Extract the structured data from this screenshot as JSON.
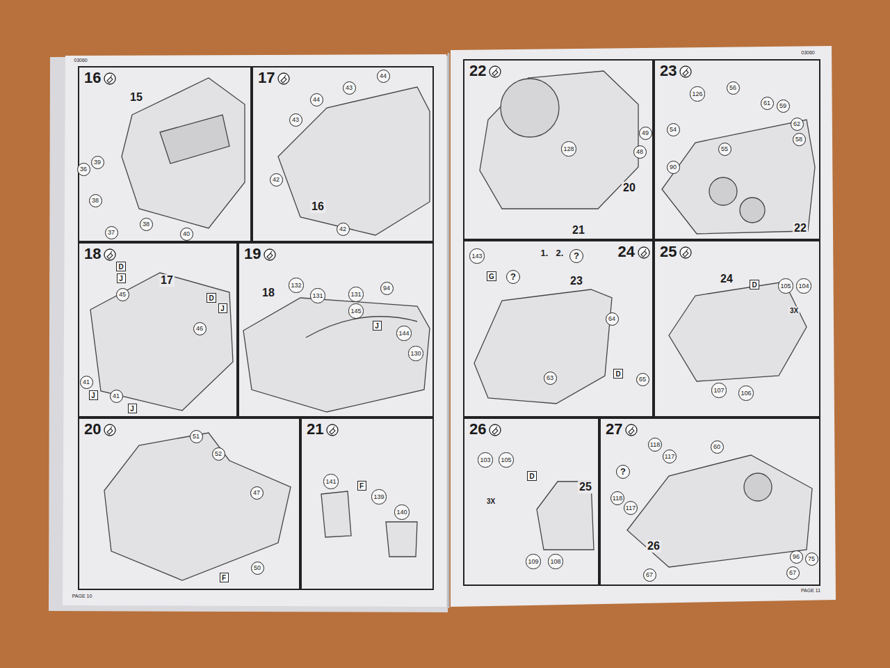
{
  "diagram": {
    "nodes": [
      {
        "text": [
          "16"
        ]
      },
      {
        "text": [
          "36"
        ],
        "in": 0
      },
      {
        "text": [
          "39"
        ],
        "in": 0
      },
      {
        "text": [
          "38"
        ],
        "in": 0
      },
      {
        "text": [
          "37"
        ],
        "in": 0
      },
      {
        "text": [
          "38"
        ],
        "in": 0
      },
      {
        "text": [
          "40"
        ],
        "in": 0
      },
      {
        "text": [
          "17"
        ]
      },
      {
        "text": [
          "43"
        ],
        "in": 7
      },
      {
        "text": [
          "44"
        ],
        "in": 7
      },
      {
        "text": [
          "43"
        ],
        "in": 7
      },
      {
        "text": [
          "44"
        ],
        "in": 7
      },
      {
        "text": [
          "42"
        ],
        "in": 7
      },
      {
        "text": [
          "42"
        ],
        "in": 7
      },
      {
        "text": [
          "18"
        ]
      },
      {
        "text": [
          "45"
        ],
        "in": 14
      },
      {
        "text": [
          "41"
        ],
        "in": 14
      },
      {
        "text": [
          "41"
        ],
        "in": 14
      },
      {
        "text": [
          "46"
        ],
        "in": 14
      },
      {
        "text": [
          "D"
        ],
        "in": 14
      },
      {
        "text": [
          "J"
        ],
        "in": 14
      },
      {
        "text": [
          "D"
        ],
        "in": 14
      },
      {
        "text": [
          "J"
        ],
        "in": 14
      },
      {
        "text": [
          "J"
        ],
        "in": 14
      },
      {
        "text": [
          "J"
        ],
        "in": 14
      },
      {
        "text": [
          "19"
        ]
      },
      {
        "text": [
          "132"
        ],
        "in": 25
      },
      {
        "text": [
          "131"
        ],
        "in": 25
      },
      {
        "text": [
          "131"
        ],
        "in": 25
      },
      {
        "text": [
          "94"
        ],
        "in": 25
      },
      {
        "text": [
          "145"
        ],
        "in": 25
      },
      {
        "text": [
          "144"
        ],
        "in": 25
      },
      {
        "text": [
          "130"
        ],
        "in": 25
      },
      {
        "text": [
          "J"
        ],
        "in": 25
      },
      {
        "text": [
          "20"
        ]
      },
      {
        "text": [
          "51"
        ],
        "in": 34
      },
      {
        "text": [
          "52"
        ],
        "in": 34
      },
      {
        "text": [
          "47"
        ],
        "in": 34
      },
      {
        "text": [
          "50"
        ],
        "in": 34
      },
      {
        "text": [
          "F"
        ],
        "in": 34
      },
      {
        "text": [
          "21"
        ]
      },
      {
        "text": [
          "141"
        ],
        "in": 40
      },
      {
        "text": [
          "F"
        ],
        "in": 40
      },
      {
        "text": [
          "139"
        ],
        "in": 40
      },
      {
        "text": [
          "140"
        ],
        "in": 40
      },
      {
        "text": [
          "22"
        ]
      },
      {
        "text": [
          "128"
        ],
        "in": 45
      },
      {
        "text": [
          "49"
        ],
        "in": 45
      },
      {
        "text": [
          "48"
        ],
        "in": 45
      },
      {
        "text": [
          "23"
        ]
      },
      {
        "text": [
          "126"
        ],
        "in": 49
      },
      {
        "text": [
          "56"
        ],
        "in": 49
      },
      {
        "text": [
          "54"
        ],
        "in": 49
      },
      {
        "text": [
          "55"
        ],
        "in": 49
      },
      {
        "text": [
          "61"
        ],
        "in": 49
      },
      {
        "text": [
          "59"
        ],
        "in": 49
      },
      {
        "text": [
          "62"
        ],
        "in": 49
      },
      {
        "text": [
          "58"
        ],
        "in": 49
      },
      {
        "text": [
          "90"
        ],
        "in": 49
      },
      {
        "text": [
          "24"
        ]
      },
      {
        "text": [
          "143"
        ],
        "in": 59
      },
      {
        "text": [
          "G"
        ],
        "in": 59
      },
      {
        "text": [
          "?"
        ],
        "in": 59
      },
      {
        "text": [
          "?"
        ],
        "in": 59
      },
      {
        "text": [
          "64"
        ],
        "in": 59
      },
      {
        "text": [
          "D"
        ],
        "in": 59
      },
      {
        "text": [
          "65"
        ],
        "in": 59
      },
      {
        "text": [
          "63"
        ],
        "in": 59
      },
      {
        "text": [
          "25"
        ]
      },
      {
        "text": [
          "D"
        ],
        "in": 68
      },
      {
        "text": [
          "105"
        ],
        "in": 68
      },
      {
        "text": [
          "104"
        ],
        "in": 68
      },
      {
        "text": [
          "107"
        ],
        "in": 68
      },
      {
        "text": [
          "106"
        ],
        "in": 68
      },
      {
        "text": [
          "26"
        ]
      },
      {
        "text": [
          "103"
        ],
        "in": 74
      },
      {
        "text": [
          "105"
        ],
        "in": 74
      },
      {
        "text": [
          "D"
        ],
        "in": 74
      },
      {
        "text": [
          "109"
        ],
        "in": 74
      },
      {
        "text": [
          "108"
        ],
        "in": 74
      },
      {
        "text": [
          "27"
        ]
      },
      {
        "text": [
          "118"
        ],
        "in": 80
      },
      {
        "text": [
          "117"
        ],
        "in": 80
      },
      {
        "text": [
          "?"
        ],
        "in": 80
      },
      {
        "text": [
          "118"
        ],
        "in": 80
      },
      {
        "text": [
          "117"
        ],
        "in": 80
      },
      {
        "text": [
          "60"
        ],
        "in": 80
      },
      {
        "text": [
          "67"
        ],
        "in": 80
      },
      {
        "text": [
          "67"
        ],
        "in": 80
      },
      {
        "text": [
          "96"
        ],
        "in": 80
      },
      {
        "text": [
          "75"
        ],
        "in": 80
      }
    ],
    "labels": [
      "03060",
      "15",
      "16",
      "17",
      "18",
      "PAGE 10",
      "03060",
      "20",
      "21",
      "22",
      "1.",
      "2.",
      "23",
      "24",
      "3X",
      "25",
      "3X",
      "26",
      "PAGE 11"
    ]
  }
}
